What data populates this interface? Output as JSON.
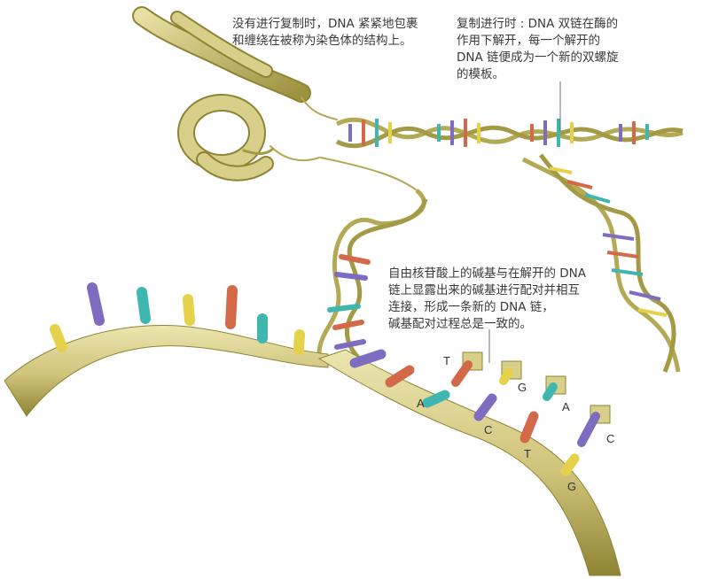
{
  "annotations": {
    "condensed": {
      "lines": [
        "没有进行复制时，DNA 紧紧地包裹",
        "和缠绕在被称为染色体的结构上。"
      ]
    },
    "unwinding": {
      "lines": [
        "复制进行时 : DNA 双链在酶的",
        "作用下解开，每一个解开的",
        "DNA 链便成为一个新的双螺旋",
        "的模板。"
      ]
    },
    "pairing": {
      "lines": [
        "自由核苷酸上的碱基与在解开的 DNA",
        "链上显露出来的碱基进行配对并相互",
        "连接，形成一条新的 DNA 链，",
        "碱基配对过程总是一致的。"
      ]
    }
  },
  "free_nucleotides": [
    {
      "letter": "T",
      "color": "#d4694a"
    },
    {
      "letter": "G",
      "color": "#e6d24a"
    },
    {
      "letter": "A",
      "color": "#3fb7b0"
    },
    {
      "letter": "C",
      "color": "#7d6cc0"
    }
  ],
  "strand_bases": [
    {
      "letter": "A",
      "color": "#3fb7b0"
    },
    {
      "letter": "C",
      "color": "#7d6cc0"
    },
    {
      "letter": "T",
      "color": "#d4694a"
    },
    {
      "letter": "G",
      "color": "#e6d24a"
    }
  ],
  "colors": {
    "backbone": "#d8cf8a",
    "backbone_dark": "#a49a45",
    "coil": "#c9c070"
  }
}
